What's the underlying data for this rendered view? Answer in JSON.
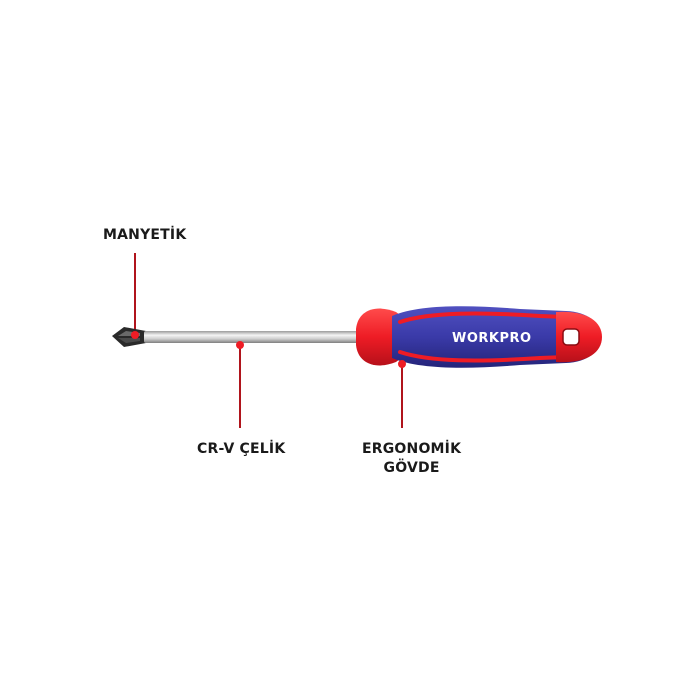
{
  "labels": {
    "magnetic": "MANYETİK",
    "steel": "CR-V ÇELİK",
    "ergonomic_line1": "ERGONOMİK",
    "ergonomic_line2": "GÖVDE"
  },
  "product": {
    "brand": "WORKPRO"
  },
  "colors": {
    "accent_red": "#ee1c25",
    "handle_blue": "#3a3aa8",
    "callout_line": "#b0141c",
    "text": "#1a1a1a"
  }
}
